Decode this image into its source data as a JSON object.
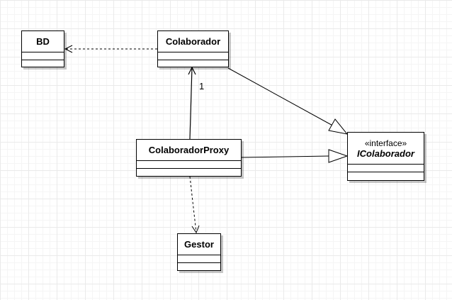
{
  "diagram": {
    "classes": [
      {
        "id": "bd",
        "name": "BD"
      },
      {
        "id": "colaborador",
        "name": "Colaborador"
      },
      {
        "id": "colaborador_proxy",
        "name": "ColaboradorProxy"
      },
      {
        "id": "icolaborador",
        "name": "IColaborador",
        "stereotype": "«interface»"
      },
      {
        "id": "gestor",
        "name": "Gestor"
      }
    ],
    "relations": [
      {
        "from": "colaborador",
        "to": "bd",
        "type": "dependency"
      },
      {
        "from": "colaborador_proxy",
        "to": "colaborador",
        "type": "association",
        "multiplicity": "1"
      },
      {
        "from": "colaborador",
        "to": "icolaborador",
        "type": "realization"
      },
      {
        "from": "colaborador_proxy",
        "to": "icolaborador",
        "type": "realization"
      },
      {
        "from": "colaborador_proxy",
        "to": "gestor",
        "type": "dependency"
      }
    ]
  }
}
